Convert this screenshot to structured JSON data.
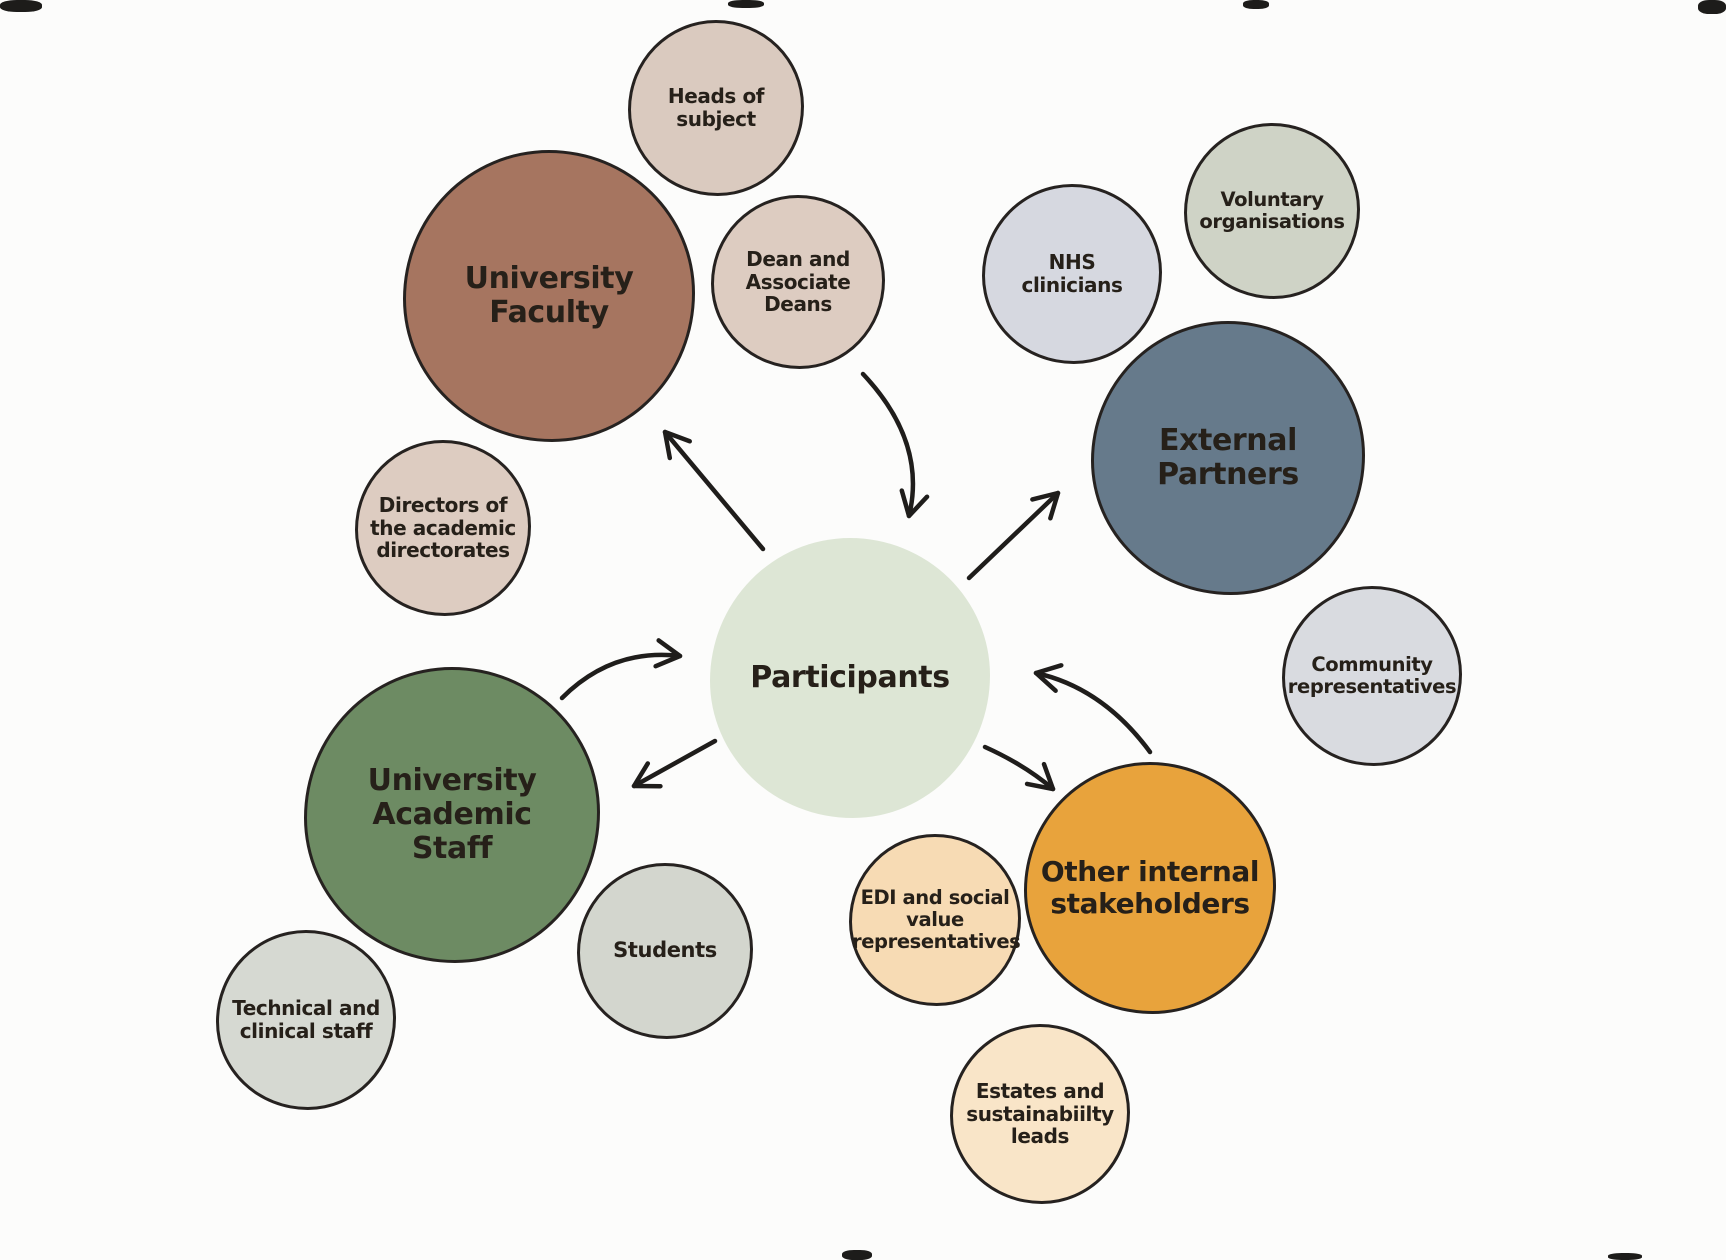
{
  "diagram": {
    "background": "#fcfcfb",
    "ink": "#242120",
    "center": {
      "id": "participants",
      "label": "Participants",
      "fill": "#dde6d5"
    },
    "groups": [
      {
        "id": "university-faculty",
        "label": "University Faculty",
        "fill": "#a67560"
      },
      {
        "id": "heads-of-subject",
        "label": "Heads of subject",
        "fill": "#dacabf"
      },
      {
        "id": "dean-and-associate-deans",
        "label": "Dean and Associate Deans",
        "fill": "#ddccc1"
      },
      {
        "id": "directors-of-the-academic-directorates",
        "label": "Directors of the academic directorates",
        "fill": "#ddccc1"
      },
      {
        "id": "nhs-clinicians",
        "label": "NHS clinicians",
        "fill": "#d6d8e0"
      },
      {
        "id": "voluntary-organisations",
        "label": "Voluntary organisations",
        "fill": "#cfd3c6"
      },
      {
        "id": "external-partners",
        "label": "External Partners",
        "fill": "#667a8b"
      },
      {
        "id": "community-representatives",
        "label": "Community representatives",
        "fill": "#d9dbe0"
      },
      {
        "id": "university-academic-staff",
        "label": "University Academic Staff",
        "fill": "#6d8b63"
      },
      {
        "id": "students",
        "label": "Students",
        "fill": "#d3d6ce"
      },
      {
        "id": "technical-and-clinical-staff",
        "label": "Technical and clinical staff",
        "fill": "#d6d9d2"
      },
      {
        "id": "edi-and-social-value-representatives",
        "label": "EDI and social value representatives",
        "fill": "#f7dbb4"
      },
      {
        "id": "other-internal-stakeholders",
        "label": "Other internal stakeholders",
        "fill": "#e8a33c"
      },
      {
        "id": "estates-and-sustainability-leads",
        "label": "Estates and sustainabiilty leads",
        "fill": "#f9e5c8"
      }
    ],
    "edges": [
      {
        "from": "participants",
        "to": "university-faculty",
        "style": "straight"
      },
      {
        "from": "dean-and-associate-deans",
        "to": "participants",
        "style": "curved"
      },
      {
        "from": "participants",
        "to": "external-partners",
        "style": "straight"
      },
      {
        "from": "university-academic-staff",
        "to": "participants",
        "style": "curved"
      },
      {
        "from": "participants",
        "to": "university-academic-staff",
        "style": "straight"
      },
      {
        "from": "other-internal-stakeholders",
        "to": "participants",
        "style": "curved"
      },
      {
        "from": "participants",
        "to": "other-internal-stakeholders",
        "style": "curved"
      }
    ]
  }
}
